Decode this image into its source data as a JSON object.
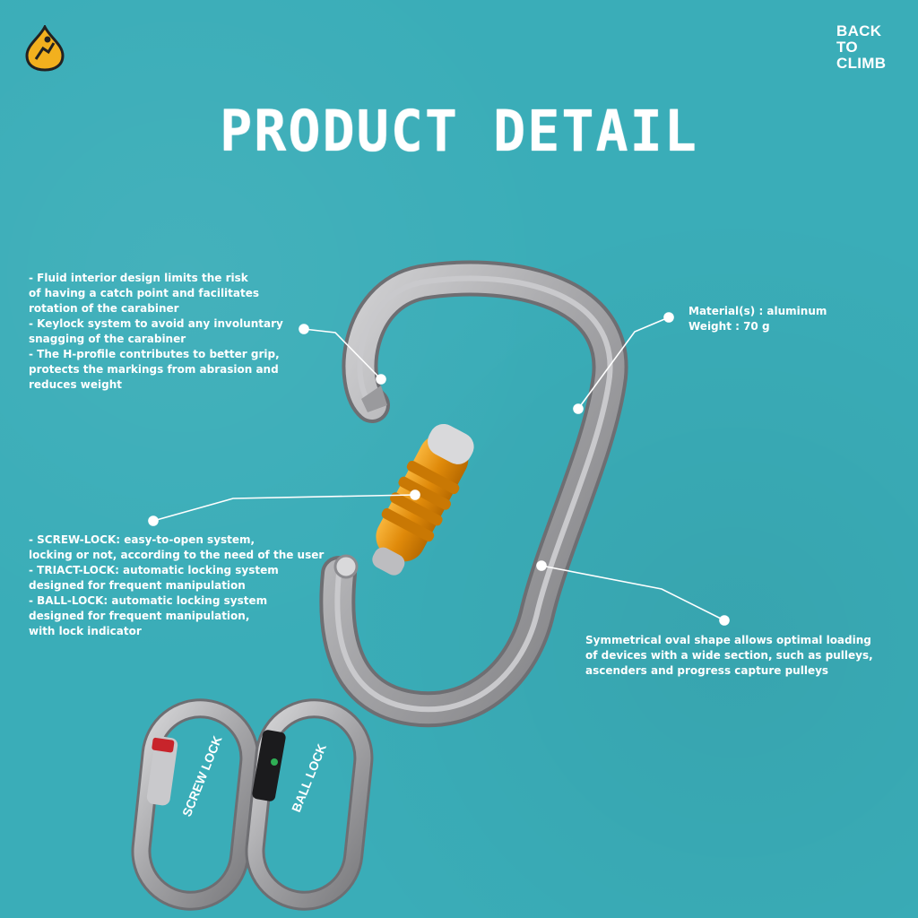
{
  "brand": {
    "line1": "BACK",
    "line2": "TO",
    "line3": "CLIMB"
  },
  "title": "PRODUCT DETAIL",
  "notes": {
    "features": [
      "- Fluid interior design limits the risk",
      "of having a catch point and facilitates",
      "rotation of the carabiner",
      "- Keylock system to avoid any involuntary",
      "snagging of the carabiner",
      "- The H-profile contributes to better grip,",
      "protects the markings from abrasion and",
      "reduces weight"
    ],
    "material": "Material(s) : aluminum",
    "weight": "Weight : 70 g",
    "locking": [
      "- SCREW-LOCK: easy-to-open system,",
      "locking or not, according to the need of the user",
      "- TRIACT-LOCK: automatic locking system",
      "designed for frequent manipulation",
      "- BALL-LOCK: automatic locking system",
      "designed for frequent manipulation,",
      "with lock indicator"
    ],
    "shape": [
      "Symmetrical oval shape allows optimal loading",
      "of devices with a wide section, such as pulleys,",
      "ascenders and progress capture pulleys"
    ]
  },
  "variants": {
    "screw": "SCREW LOCK",
    "ball": "BALL LOCK"
  },
  "colors": {
    "background": "#3aadb8",
    "gate": "#e8960f",
    "metal": "#a9a9ab",
    "logo": "#f2b01e"
  },
  "icons": {
    "logo": "climber-drop-logo"
  }
}
